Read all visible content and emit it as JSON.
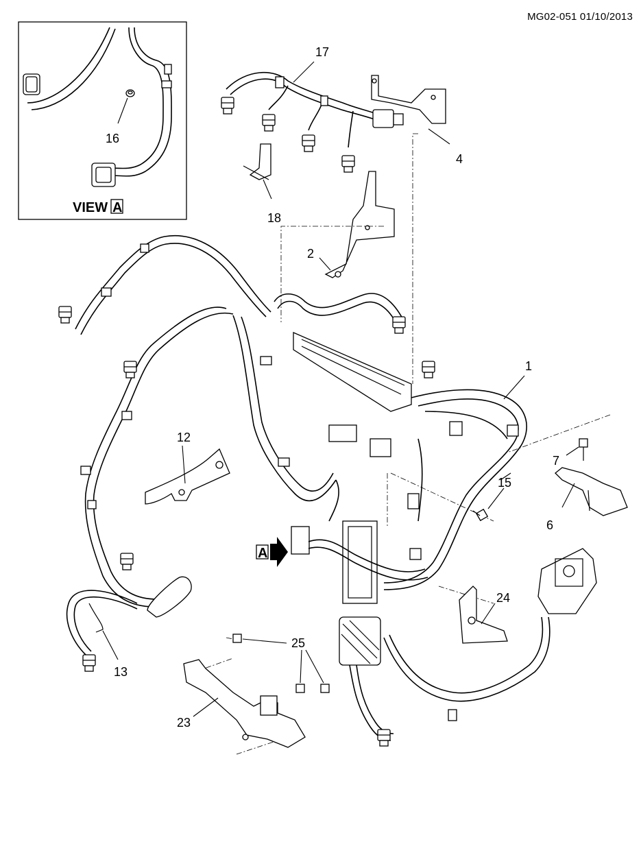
{
  "header": {
    "code": "MG02-051 01/10/2013"
  },
  "view": {
    "title": "VIEW",
    "letter": "A"
  },
  "arrow": {
    "letter": "A"
  },
  "callouts": {
    "c1": "1",
    "c2": "2",
    "c4": "4",
    "c6": "6",
    "c7": "7",
    "c12": "12",
    "c13": "13",
    "c15": "15",
    "c16": "16",
    "c17": "17",
    "c18": "18",
    "c23": "23",
    "c24": "24",
    "c25": "25"
  }
}
